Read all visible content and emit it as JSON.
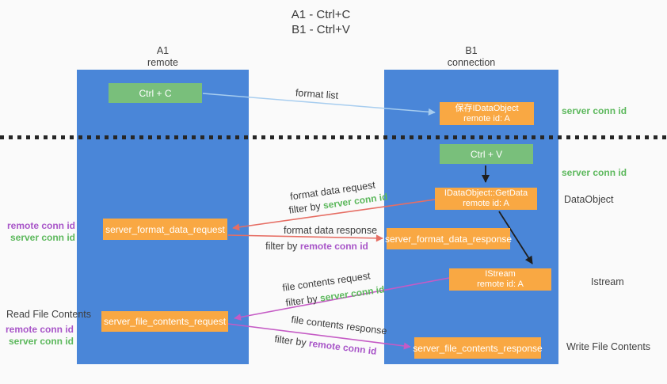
{
  "title": {
    "line1": "A1 - Ctrl+C",
    "line2": "B1 - Ctrl+V"
  },
  "lifelines": {
    "a1": {
      "name": "A1",
      "role": "remote"
    },
    "b1": {
      "name": "B1",
      "role": "connection"
    }
  },
  "nodes": {
    "ctrl_c": {
      "label": "Ctrl + C"
    },
    "ctrl_v": {
      "label": "Ctrl + V"
    },
    "save_idataobject": {
      "line1": "保存IDataObject",
      "line2": "remote id: A"
    },
    "idataobject_getdata": {
      "line1": "IDataObject::GetData",
      "line2": "remote id: A"
    },
    "istream": {
      "line1": "IStream",
      "line2": "remote id: A"
    },
    "server_format_data_request": {
      "label": "server_format_data_request"
    },
    "server_format_data_response": {
      "label": "server_format_data_response"
    },
    "server_file_contents_request": {
      "label": "server_file_contents_request"
    },
    "server_file_contents_response": {
      "label": "server_file_contents_response"
    }
  },
  "arrow_labels": {
    "format_list": "format list",
    "format_data_request": "format data request",
    "format_data_response": "format data response",
    "file_contents_request": "file contents request",
    "file_contents_response": "file contents response",
    "filter_by": "filter by ",
    "server_conn_id": "server conn id",
    "remote_conn_id": "remote conn id"
  },
  "side_labels": {
    "server_conn_id": "server conn id",
    "remote_conn_id": "remote conn id",
    "dataobject": "DataObject",
    "istream": "Istream",
    "read_file_contents": "Read File Contents",
    "write_file_contents": "Write File Contents"
  },
  "colors": {
    "lifeline_blue": "#4a86d8",
    "node_green": "#79bf7b",
    "node_orange": "#f9a843",
    "server_conn_green": "#5cb85c",
    "remote_conn_purple": "#a855c8",
    "arrow_blue": "#a7cdef",
    "arrow_black": "#1f1f1f",
    "arrow_red": "#e66e64",
    "arrow_magenta": "#c55bc5"
  }
}
